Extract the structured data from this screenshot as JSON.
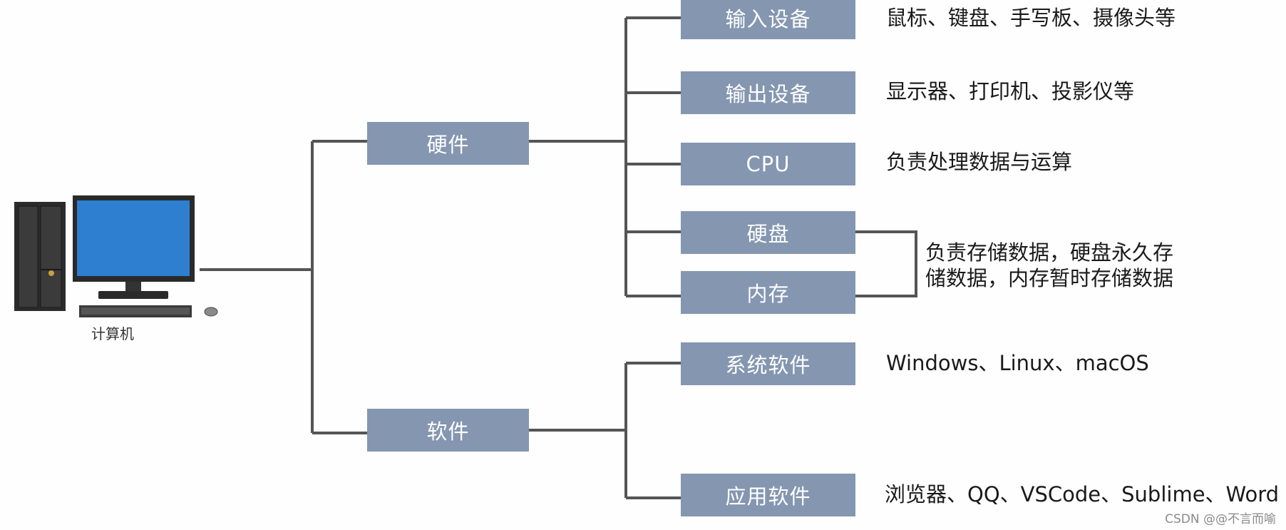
{
  "computer": {
    "label": "计算机"
  },
  "categories": {
    "hardware": "硬件",
    "software": "软件"
  },
  "hardware_items": [
    {
      "label": "输入设备",
      "desc": "鼠标、键盘、手写板、摄像头等"
    },
    {
      "label": "输出设备",
      "desc": "显示器、打印机、投影仪等"
    },
    {
      "label": "CPU",
      "desc": "负责处理数据与运算"
    },
    {
      "label": "硬盘"
    },
    {
      "label": "内存"
    }
  ],
  "storage_desc": {
    "line1": "负责存储数据，硬盘永久存",
    "line2": "储数据，内存暂时存储数据"
  },
  "software_items": [
    {
      "label": "系统软件",
      "desc": "Windows、Linux、macOS"
    },
    {
      "label": "应用软件",
      "desc": "浏览器、QQ、VSCode、Sublime、Word"
    }
  ],
  "watermark": "CSDN @@不言而喻",
  "colors": {
    "box": "#8496b0",
    "connector": "#555555",
    "monitor_screen": "#2f7fd0"
  }
}
